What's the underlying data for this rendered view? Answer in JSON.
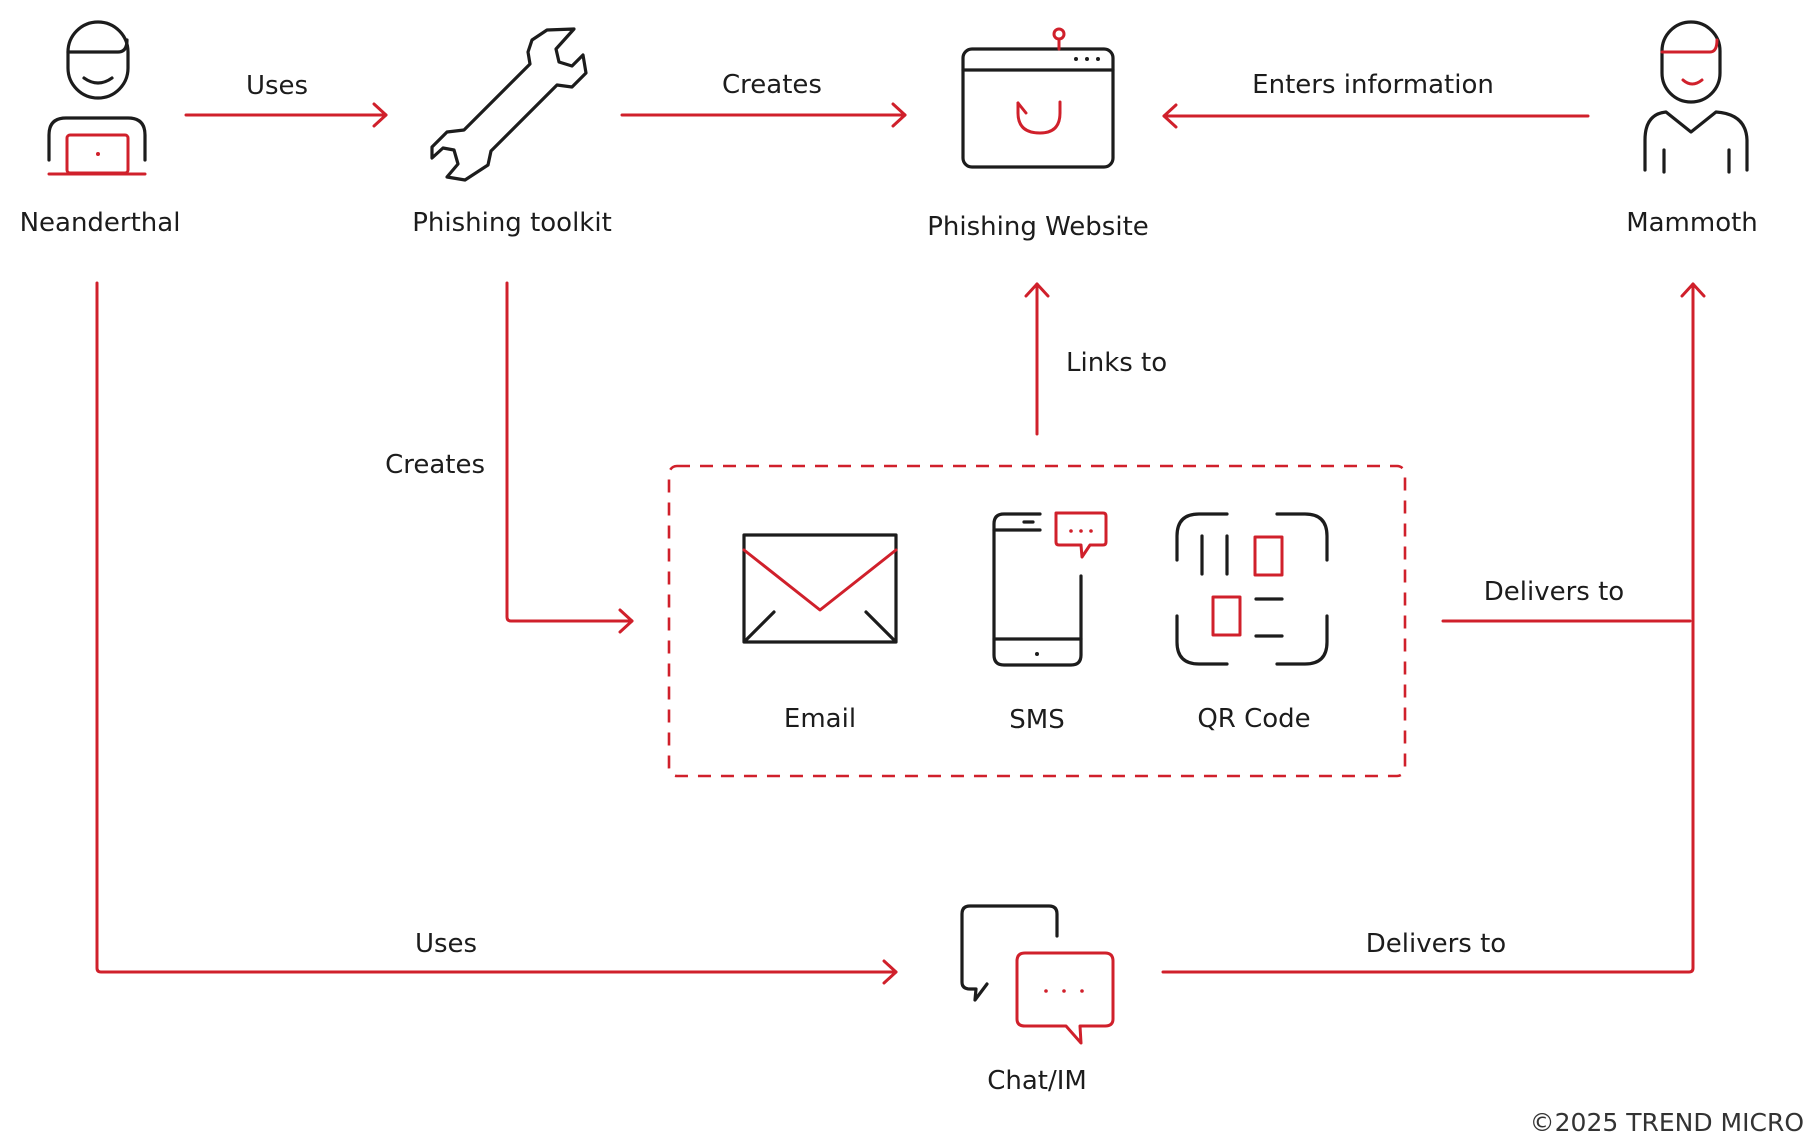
{
  "colors": {
    "accent": "#d0202b",
    "ink": "#1c1c1c"
  },
  "nodes": {
    "neanderthal": {
      "label": "Neanderthal",
      "icon": "person-with-laptop-icon"
    },
    "toolkit": {
      "label": "Phishing toolkit",
      "icon": "wrench-icon"
    },
    "website": {
      "label": "Phishing Website",
      "icon": "browser-hook-icon"
    },
    "mammoth": {
      "label": "Mammoth",
      "icon": "person-icon"
    },
    "email": {
      "label": "Email",
      "icon": "envelope-icon"
    },
    "sms": {
      "label": "SMS",
      "icon": "phone-message-icon"
    },
    "qr": {
      "label": "QR Code",
      "icon": "qr-code-icon"
    },
    "chat": {
      "label": "Chat/IM",
      "icon": "chat-bubbles-icon"
    }
  },
  "edges": {
    "uses_toolkit": "Uses",
    "creates_website": "Creates",
    "enters_information": "Enters information",
    "links_to": "Links to",
    "creates_lures": "Creates",
    "delivers_to_lures": "Delivers to",
    "uses_chat": "Uses",
    "delivers_to_chat": "Delivers to"
  },
  "footer": {
    "copyright": "©2025 TREND MICRO"
  }
}
